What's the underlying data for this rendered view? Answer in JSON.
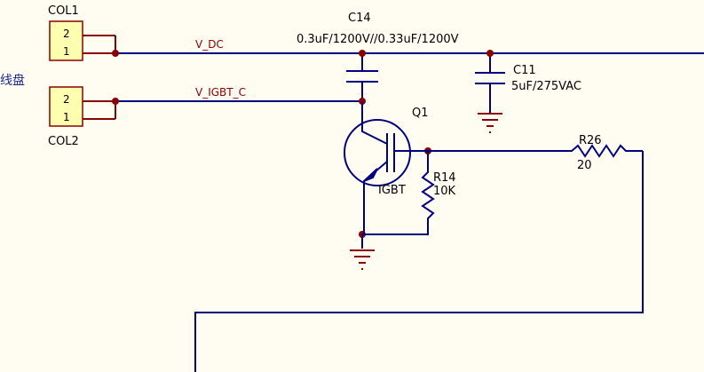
{
  "side_label": "线盘",
  "connectors": [
    {
      "ref": "COL1",
      "pins": [
        "2",
        "1"
      ]
    },
    {
      "ref": "COL2",
      "pins": [
        "2",
        "1"
      ]
    }
  ],
  "nets": {
    "vdc": "V_DC",
    "vigbt": "V_IGBT_C"
  },
  "c14": {
    "ref": "C14",
    "value": "0.3uF/1200V//0.33uF/1200V"
  },
  "c11": {
    "ref": "C11",
    "value": "5uF/275VAC"
  },
  "q1": {
    "ref": "Q1",
    "type": "IGBT"
  },
  "r14": {
    "ref": "R14",
    "value": "10K"
  },
  "r26": {
    "ref": "R26",
    "value": "20"
  }
}
